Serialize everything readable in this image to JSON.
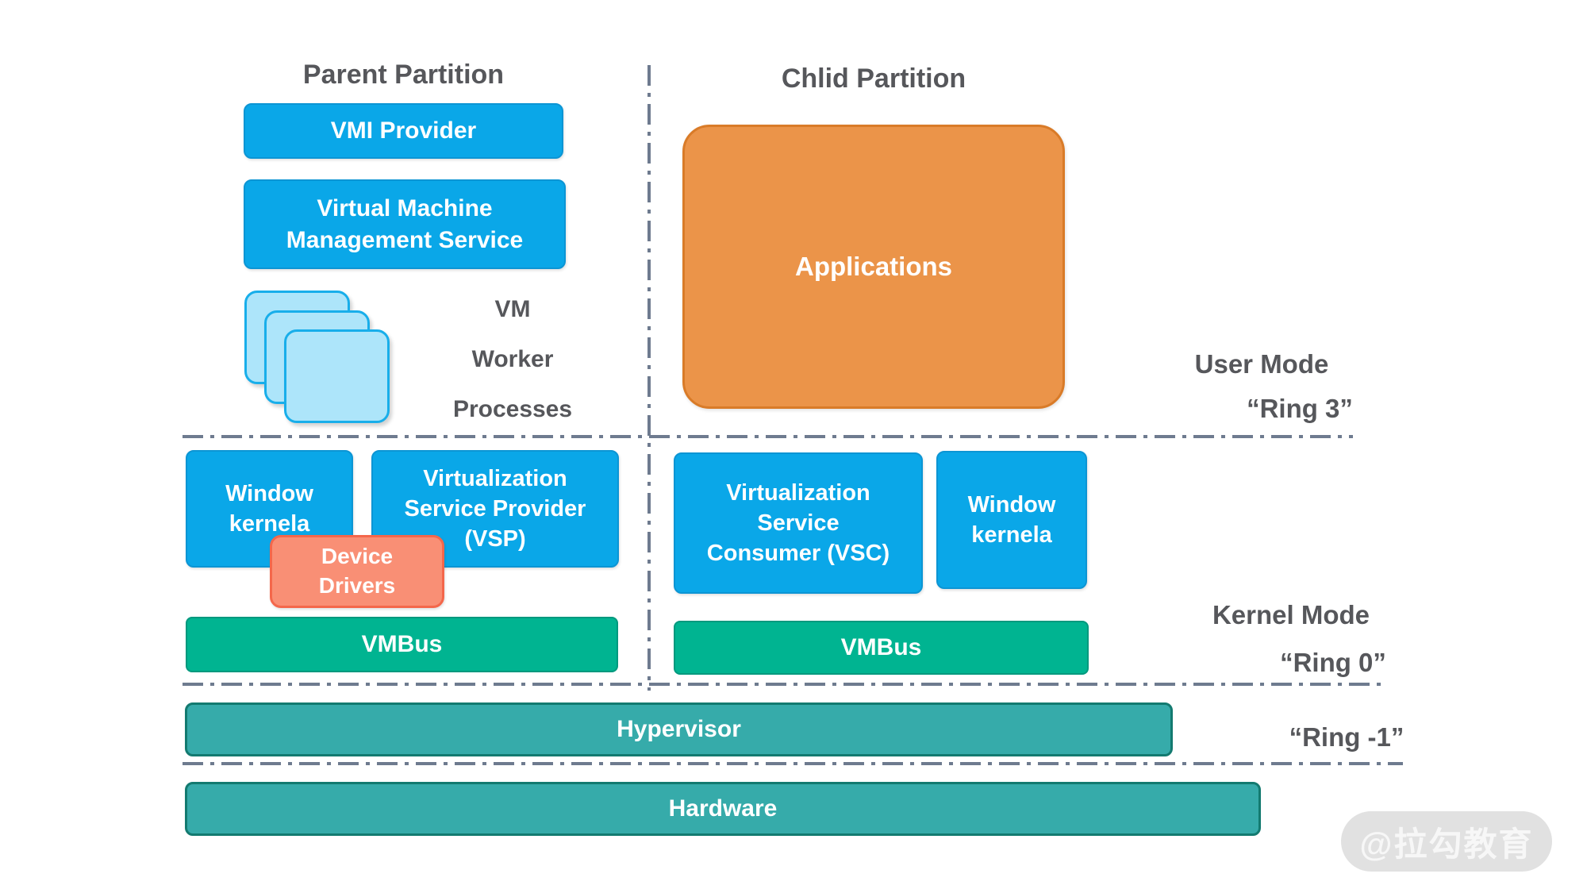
{
  "colors": {
    "blue": "#0aa7e8",
    "blueBorder": "#0c95d4",
    "lightblue": "#ade5fa",
    "lightblueBorder": "#18aeea",
    "orange": "#eb9449",
    "orangeBorder": "#d97b28",
    "salmon": "#f98f75",
    "salmonBorder": "#f4674b",
    "green": "#00b491",
    "greenBorder": "#00997e",
    "teal": "#36abaa",
    "tealBorder": "#137a70",
    "dash": "#6e7b8f",
    "heading": "#56575b",
    "watermarkBg": "#e1e1e1",
    "watermarkText": "#f7f7f7"
  },
  "parent_partition": {
    "title": "Parent Partition",
    "vmi_provider": "VMI Provider",
    "vmms": "Virtual Machine\nManagement Service",
    "vm_worker": "VM\nWorker\nProcesses",
    "window_kernel": "Window\nkernela",
    "vsp": "Virtualization\nService Provider\n(VSP)",
    "device_drivers": "Device\nDrivers",
    "vmbus": "VMBus"
  },
  "child_partition": {
    "title": "Chlid Partition",
    "applications": "Applications",
    "vsc": "Virtualization\nService\nConsumer (VSC)",
    "window_kernel": "Window\nkernela",
    "vmbus": "VMBus"
  },
  "layers": {
    "hypervisor": "Hypervisor",
    "hardware": "Hardware"
  },
  "modes": {
    "user_mode": "User Mode",
    "ring3": "“Ring 3”",
    "kernel_mode": "Kernel Mode",
    "ring0": "“Ring 0”",
    "ring_minus1": "“Ring -1”"
  },
  "watermark": "@拉勾教育"
}
